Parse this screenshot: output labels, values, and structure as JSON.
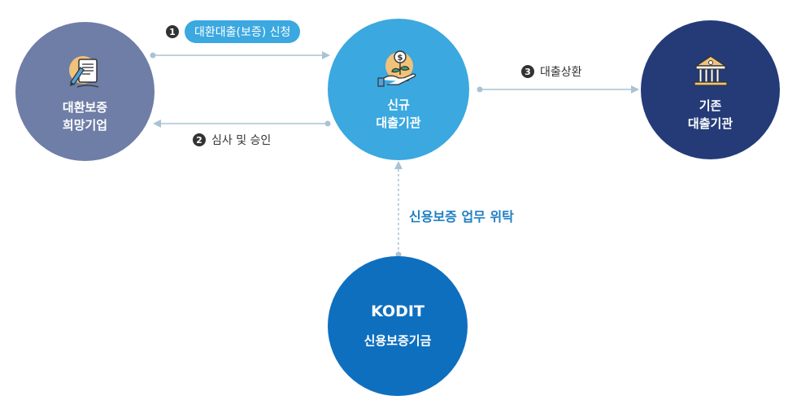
{
  "nodes": {
    "applicant": {
      "line1": "대환보증",
      "line2": "희망기업",
      "icon": "document-pen-icon"
    },
    "new_lender": {
      "line1": "신규",
      "line2": "대출기관",
      "icon": "hand-money-plant-icon"
    },
    "existing_lender": {
      "line1": "기존",
      "line2": "대출기관",
      "icon": "bank-building-icon"
    },
    "kodit": {
      "logo": "KODIT",
      "name": "신용보증기금"
    }
  },
  "steps": [
    {
      "num": "1",
      "label": "대환대출(보증) 신청"
    },
    {
      "num": "2",
      "label": "심사 및 승인"
    },
    {
      "num": "3",
      "label": "대출상환"
    }
  ],
  "entrust_label": "신용보증 업무 위탁",
  "colors": {
    "applicant": "#6f7ea7",
    "new_lender": "#3ba8e0",
    "existing_lender": "#243b78",
    "kodit": "#0f6fbf",
    "arrow": "#a9c3d4",
    "entrust_text": "#1f7fc4"
  }
}
